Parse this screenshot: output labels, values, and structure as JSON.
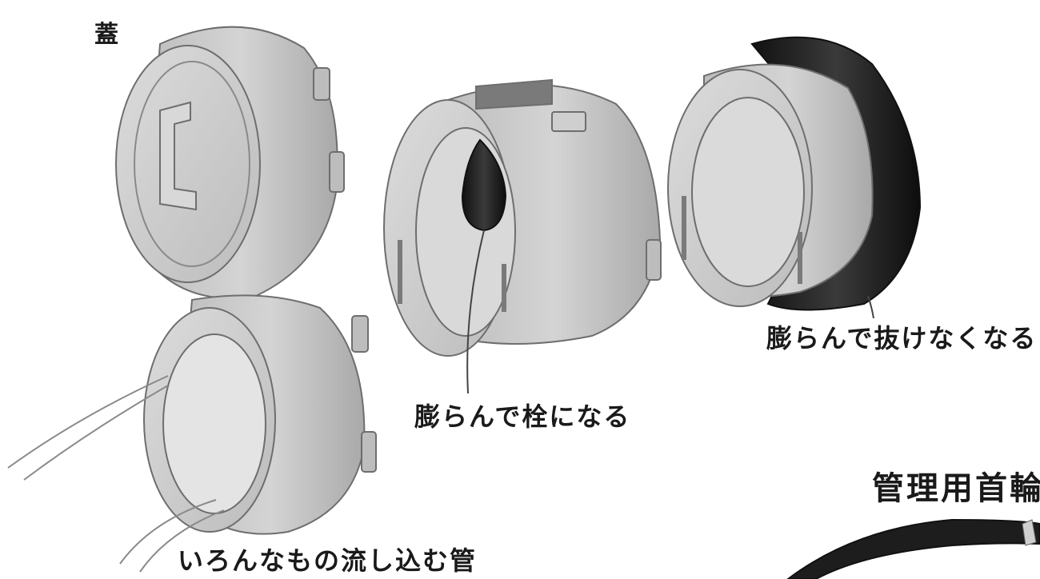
{
  "labels": {
    "lid": "蓋",
    "swell_stuck": "膨らんで抜けなくなる",
    "swell_plug": "膨らんで栓になる",
    "tube": "いろんなもの流し込む管",
    "collar": "管理用首輪"
  },
  "colors": {
    "part_fill": "#c9c9c9",
    "part_light": "#dedede",
    "part_dark": "#9b9b9b",
    "outline": "#6e6e6e",
    "black_ring": "#2a2a2a",
    "text": "#1a1a1a"
  }
}
